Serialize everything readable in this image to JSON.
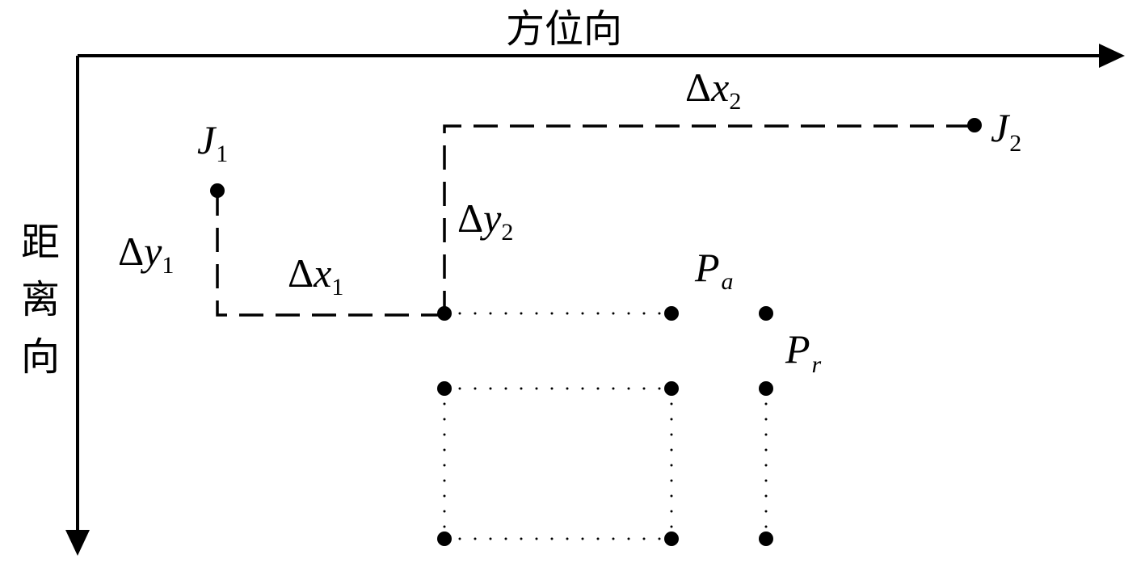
{
  "axes": {
    "azimuth_label": "方位向",
    "range_label": [
      "距",
      "离",
      "向"
    ]
  },
  "points": {
    "j1": {
      "symbol": "J",
      "subscript": "1"
    },
    "j2": {
      "symbol": "J",
      "subscript": "2"
    },
    "pa": {
      "symbol": "P",
      "subscript": "a"
    },
    "pr": {
      "symbol": "P",
      "subscript": "r"
    }
  },
  "offsets": {
    "dx1": {
      "delta": "Δ",
      "var": "x",
      "subscript": "1"
    },
    "dy1": {
      "delta": "Δ",
      "var": "y",
      "subscript": "1"
    },
    "dx2": {
      "delta": "Δ",
      "var": "x",
      "subscript": "2"
    },
    "dy2": {
      "delta": "Δ",
      "var": "y",
      "subscript": "2"
    }
  },
  "colors": {
    "ink": "#000000",
    "background": "#ffffff"
  }
}
